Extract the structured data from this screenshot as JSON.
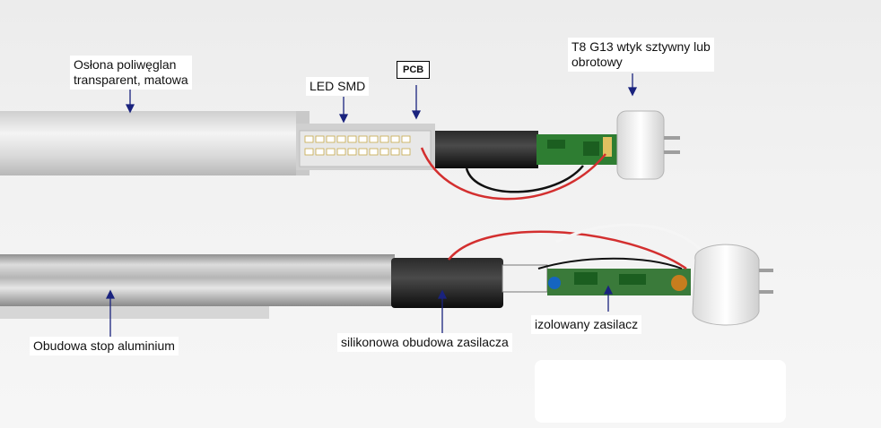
{
  "labels": {
    "cover": "Osłona poliwęglan\ntransparent, matowa",
    "led_smd": "LED SMD",
    "pcb": "PCB",
    "cap": "T8 G13 wtyk sztywny lub\nobrotowy",
    "housing": "Obudowa stop aluminium",
    "psu_housing": "silikonowa obudowa zasilacza",
    "psu": "izolowany zasilacz"
  },
  "colors": {
    "arrow": "#1a237e",
    "wire_red": "#d32f2f",
    "wire_black": "#111111",
    "board_green": "#2e7d32"
  }
}
